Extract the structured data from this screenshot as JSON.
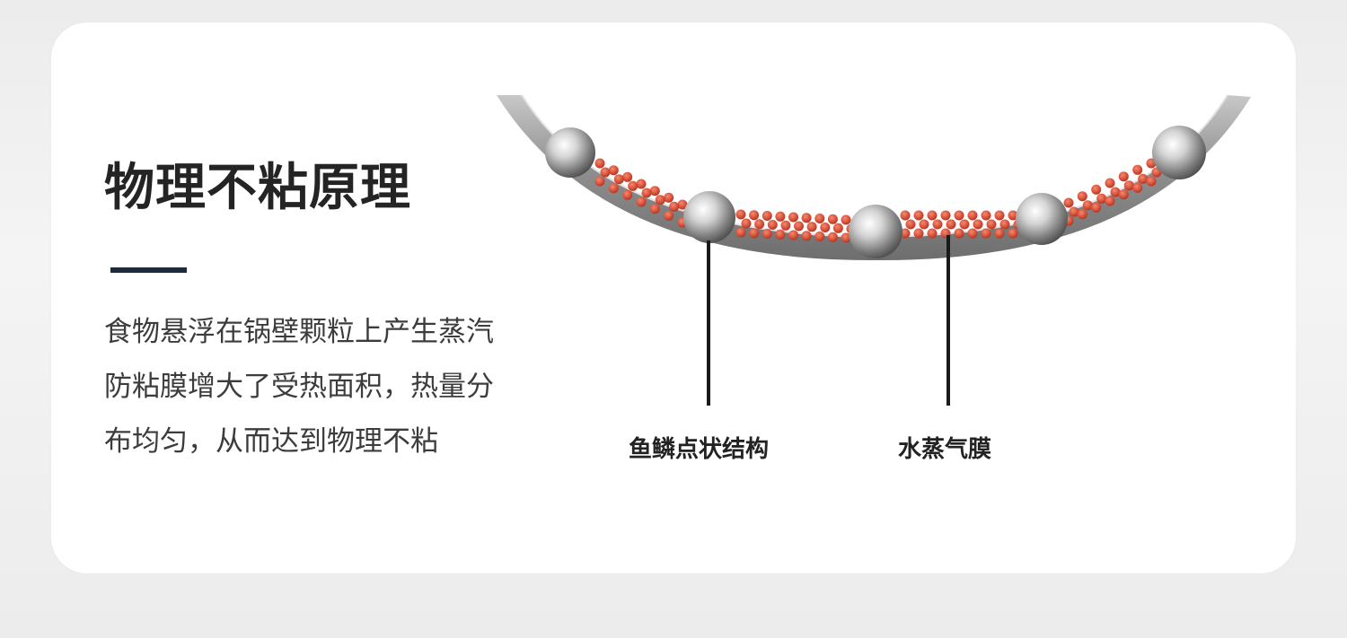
{
  "heading": {
    "title": "物理不粘原理"
  },
  "description": {
    "lines": [
      "食物悬浮在锅壁颗粒上产生蒸汽",
      "防粘膜增大了受热面积，热量分",
      "布均匀，从而达到物理不粘"
    ]
  },
  "diagram": {
    "labels": {
      "fish_scale_structure": "鱼鳞点状结构",
      "steam_film": "水蒸气膜"
    }
  },
  "colors": {
    "title": "#242424",
    "divider": "#1e2a3b",
    "body_text": "#3c3c3c",
    "steam_particles": "#d9513a",
    "pan_metal": "#9a9a9a",
    "pointer_lines": "#1a1a1a"
  }
}
